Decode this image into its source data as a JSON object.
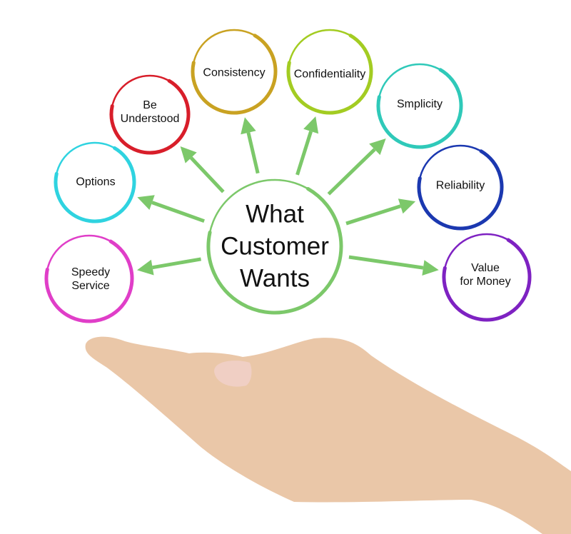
{
  "center": {
    "label": "What\nCustomer\nWants",
    "color": "#7cc86a"
  },
  "arrow_color": "#7cc86a",
  "skin_color": "#eac7a8",
  "nodes": [
    {
      "label": "Speedy\nService",
      "color": "#e03ec8"
    },
    {
      "label": "Options",
      "color": "#2fd3e0"
    },
    {
      "label": "Be\nUnderstood",
      "color": "#d81e2a"
    },
    {
      "label": "Consistency",
      "color": "#c9a222"
    },
    {
      "label": "Confidentiality",
      "color": "#a3cc22"
    },
    {
      "label": "Smplicity",
      "color": "#2fc9b9"
    },
    {
      "label": "Reliability",
      "color": "#1b38b0"
    },
    {
      "label": "Value\nfor Money",
      "color": "#7e22c2"
    }
  ]
}
